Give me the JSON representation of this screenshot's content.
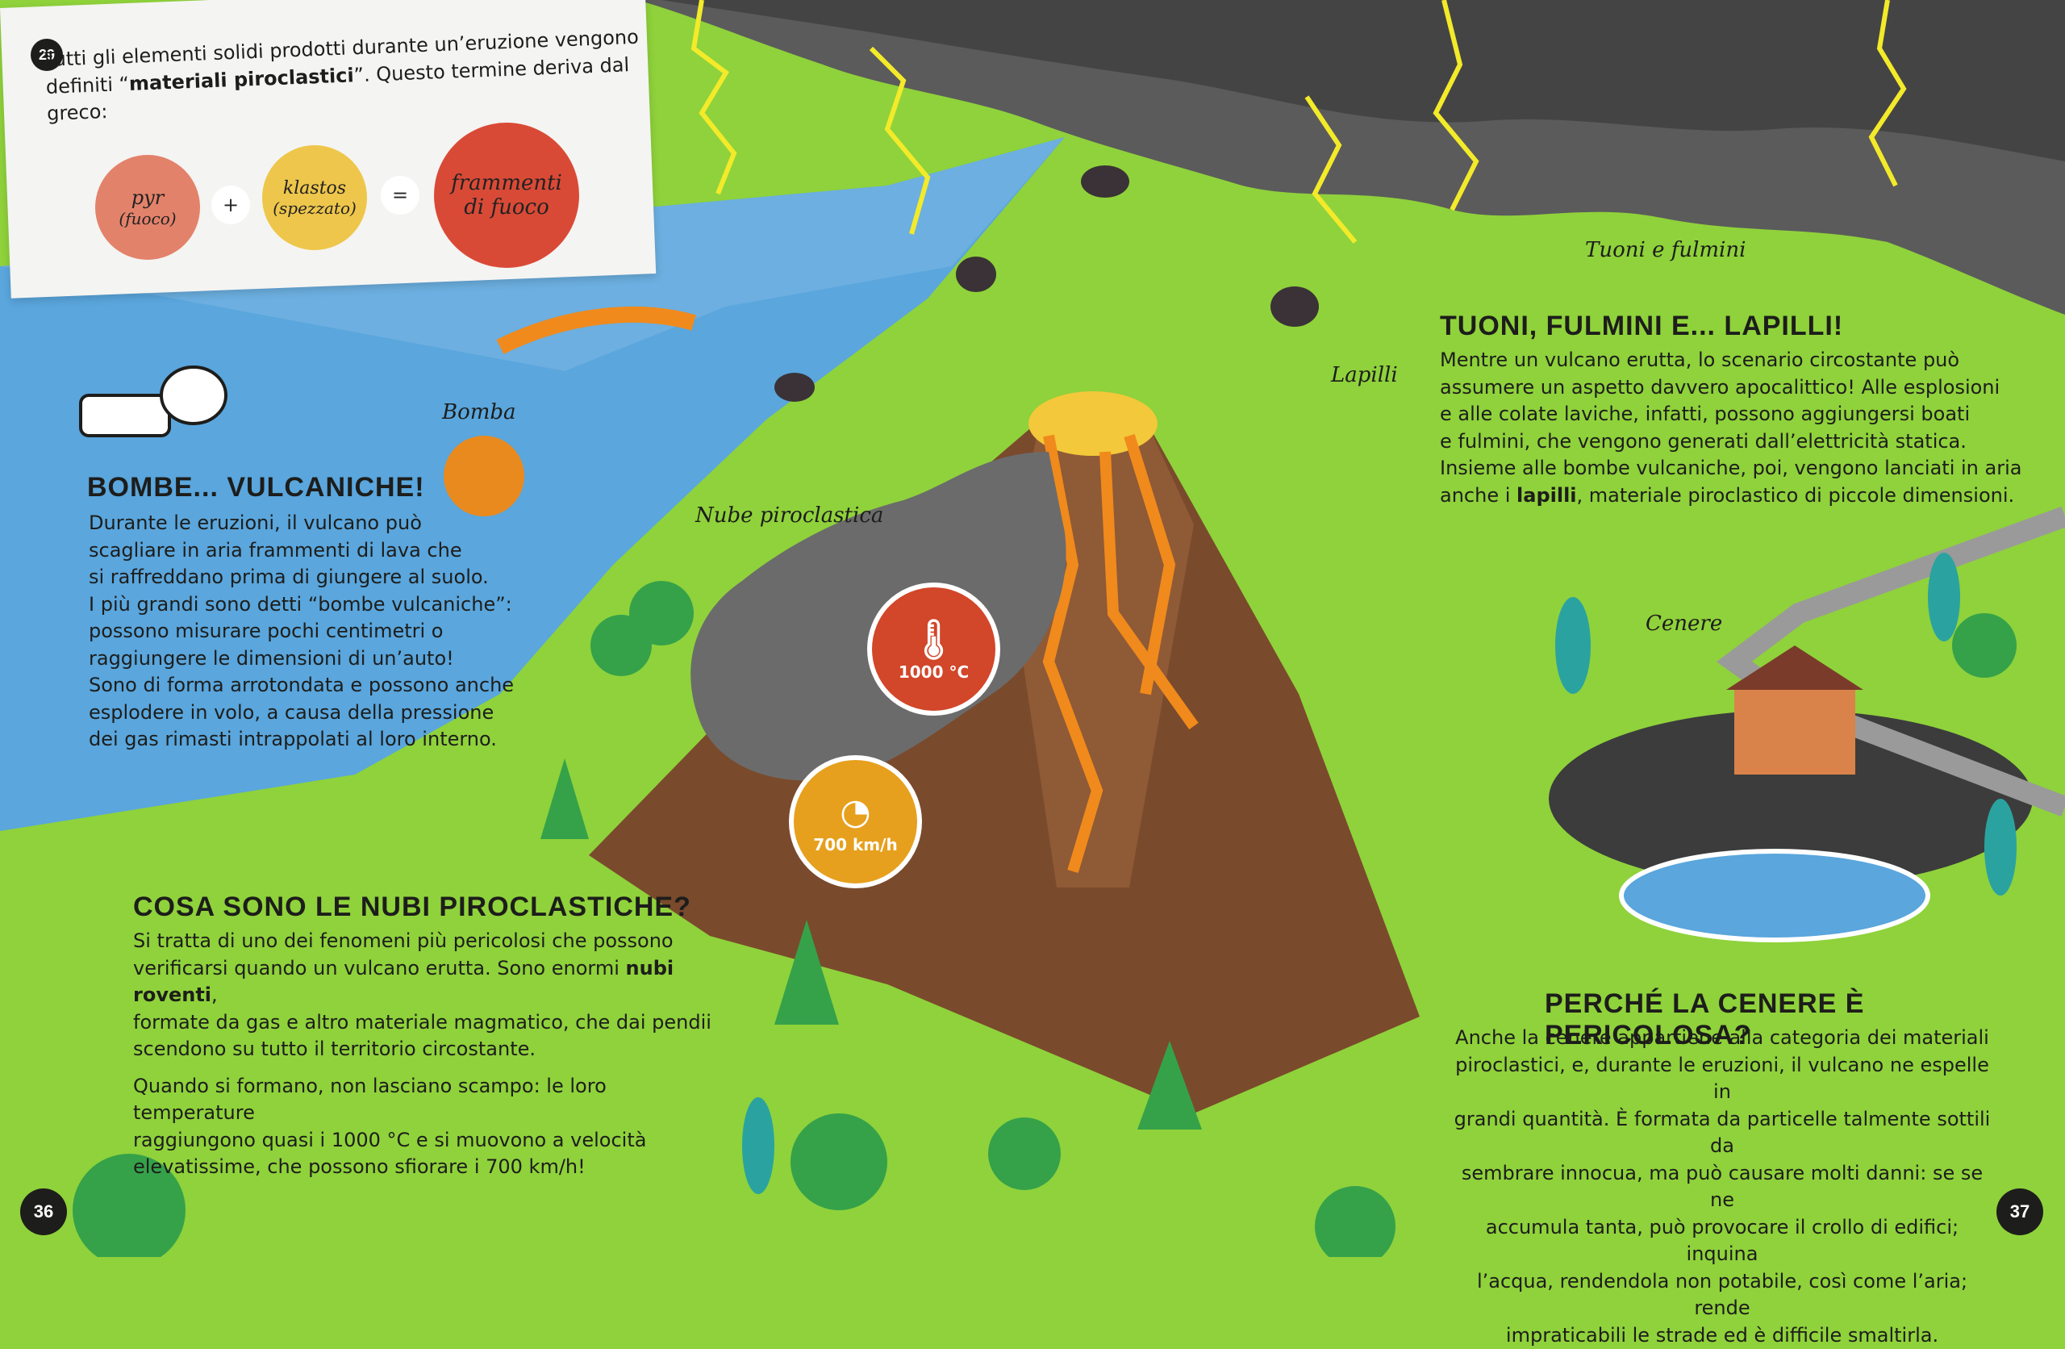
{
  "intro": {
    "badge_number": "29",
    "line1": "Tutti gli elementi solidi prodotti durante un’eruzione vengono",
    "line2_pre": "definiti “",
    "line2_bold": "materiali piroclastici",
    "line2_post": "”. Questo termine deriva dal greco:",
    "pyr_1": "pyr",
    "pyr_2": "(fuoco)",
    "plus": "+",
    "klastos_1": "klastos",
    "klastos_2": "(spezzato)",
    "equals": "=",
    "result_1": "frammenti",
    "result_2": "di fuoco"
  },
  "labels": {
    "bomba": "Bomba",
    "nube": "Nube piroclastica",
    "lapilli": "Lapilli",
    "tuoni": "Tuoni e fulmini",
    "cenere": "Cenere"
  },
  "badges": {
    "temp": "1000 °C",
    "speed": "700 km/h"
  },
  "bombe": {
    "title": "Bombe... vulcaniche!",
    "lines": [
      "Durante le eruzioni, il vulcano può",
      "scagliare in aria frammenti di lava che",
      "si raffreddano prima di giungere al suolo.",
      "I più grandi sono detti “bombe vulcaniche”:",
      "possono misurare pochi centimetri o",
      "raggiungere le dimensioni di un’auto!",
      "Sono di forma arrotondata e possono anche",
      "esplodere in volo, a causa della pressione",
      "dei gas rimasti intrappolati al loro interno."
    ]
  },
  "nubi": {
    "title": "Cosa sono le nubi piroclastiche?",
    "p1_l1": "Si tratta di uno dei fenomeni più pericolosi che possono",
    "p1_l2_pre": "verificarsi quando un vulcano erutta. Sono enormi ",
    "p1_l2_bold": "nubi roventi",
    "p1_l2_post": ",",
    "p1_l3": "formate da gas e altro materiale magmatico, che dai pendii",
    "p1_l4": "scendono su tutto il territorio circostante.",
    "p2_l1": "Quando si formano, non lasciano scampo: le loro temperature",
    "p2_l2": "raggiungono quasi i 1000 °C e si muovono a velocità",
    "p2_l3": "elevatissime, che possono sfiorare i 700 km/h!"
  },
  "tuoni": {
    "title": "Tuoni, fulmini e... lapilli!",
    "l1": "Mentre un vulcano erutta, lo scenario circostante può",
    "l2": "assumere un aspetto davvero apocalittico! Alle esplosioni",
    "l3": "e alle colate laviche, infatti, possono aggiungersi boati",
    "l4": "e fulmini, che vengono generati dall’elettricità statica.",
    "l5": "Insieme alle bombe vulcaniche, poi, vengono lanciati in aria",
    "l6_pre": "anche i ",
    "l6_bold": "lapilli",
    "l6_post": ", materiale piroclastico di piccole dimensioni."
  },
  "cenere": {
    "title": "Perché la cenere è pericolosa?",
    "lines": [
      "Anche la cenere appartiene alla categoria dei materiali",
      "piroclastici, e, durante le eruzioni, il vulcano ne espelle in",
      "grandi quantità. È formata da particelle talmente sottili da",
      "sembrare innocua, ma può causare molti danni: se se ne",
      "accumula tanta, può provocare il crollo di edifici; inquina",
      "l’acqua, rendendola non potabile, così come l’aria; rende",
      "impraticabili le strade ed è difficile smaltirla."
    ]
  },
  "pages": {
    "left": "36",
    "right": "37"
  },
  "colors": {
    "grass": "#8fd23b",
    "water": "#5aa6dd",
    "storm": "#5b5b5b",
    "lightning": "#f3ea2a",
    "mountain": "#7a4a2c",
    "lava": "#f08a1c",
    "temp_badge": "#d2462a",
    "speed_badge": "#e6a01d",
    "pyr_circle": "#e3826a",
    "klastos_circle": "#eec64b",
    "result_circle": "#d94a36"
  }
}
